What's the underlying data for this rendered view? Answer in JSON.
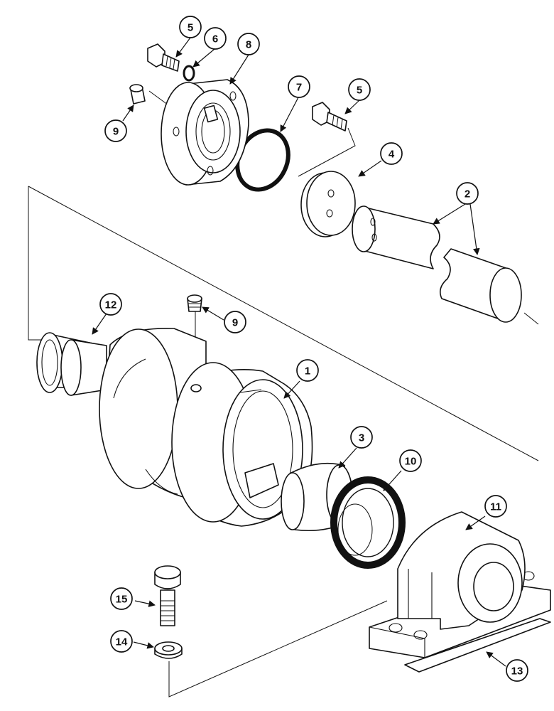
{
  "callouts": {
    "c1": "1",
    "c2": "2",
    "c3": "3",
    "c4": "4",
    "c5a": "5",
    "c5b": "5",
    "c6": "6",
    "c7": "7",
    "c8": "8",
    "c9a": "9",
    "c9b": "9",
    "c10": "10",
    "c11": "11",
    "c12": "12",
    "c13": "13",
    "c14": "14",
    "c15": "15"
  },
  "parts": [
    "roller-body",
    "shaft",
    "bushing",
    "shaft-plate",
    "bolt",
    "lock-washer",
    "o-ring",
    "end-cap",
    "plug",
    "seal",
    "support-bracket",
    "end-collar",
    "mounting-base",
    "washer",
    "cap-screw"
  ],
  "colors": {
    "line": "#111111",
    "background": "#ffffff"
  }
}
